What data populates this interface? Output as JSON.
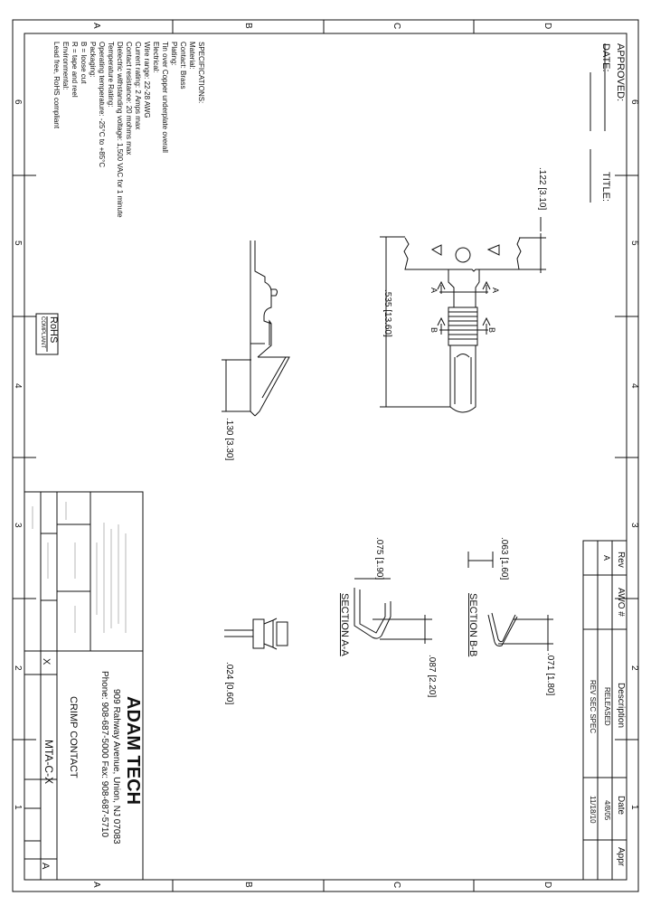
{
  "border": {
    "letters": [
      "D",
      "C",
      "B",
      "A"
    ],
    "numbers": [
      "1",
      "2",
      "3",
      "4",
      "5",
      "6"
    ]
  },
  "header": {
    "approved_label": "APPROVED:",
    "date_label": "DATE:",
    "title_label": "TITLE:"
  },
  "specs": {
    "lines": [
      "SPECIFICATIONS:",
      "Material:",
      "Contact: Brass",
      "Plating:",
      "Tin over Copper underplate overall",
      "Electrical:",
      "Wire range: 22-28 AWG",
      "Current rating: 2 Amps max",
      "Contact resistance: 20 mohms max",
      "Dielectric withstanding voltage: 1,500 VAC for 1 minute",
      "Temperature Rating:",
      "Operating temperature: -25°C to +85°C",
      "Packaging:",
      "B = loose cut",
      "R = tape and reel",
      "Environmental:",
      "Lead free, RoHS compliant"
    ]
  },
  "rohs": {
    "top": "RoHS",
    "bottom": "COMPLIANT"
  },
  "dimensions": {
    "d122": ".122 [3.10]",
    "d535": ".535 [13.60]",
    "d130": ".130 [3.30]",
    "d063": ".063 [1.60]",
    "d071": ".071 [1.80]",
    "d075": ".075 [1.90]",
    "d087": ".087 [2.20]",
    "d024": ".024 [0.60]"
  },
  "sections": {
    "bb": "SECTION B-B",
    "aa": "SECTION A-A",
    "a_marker": "A",
    "b_marker": "B"
  },
  "revision_table": {
    "headers": [
      "Rev",
      "AWO #",
      "Description",
      "Date",
      "Appr"
    ],
    "rows": [
      [
        "A",
        "",
        "RELEASED",
        "4/8/05",
        ""
      ],
      [
        "",
        "",
        "REV SEC SPEC",
        "11/18/10",
        ""
      ]
    ]
  },
  "title_block": {
    "company": "ADAM TECH",
    "address": "909 Rahway Avenue, Union, NJ 07083",
    "phone": "Phone: 908-687-5000  Fax: 908-687-5710",
    "description": "CRIMP CONTACT",
    "part_number": "MTA-C-X",
    "size": "A",
    "scale_mark": "X"
  },
  "colors": {
    "ink": "#111111",
    "paper": "#ffffff"
  }
}
